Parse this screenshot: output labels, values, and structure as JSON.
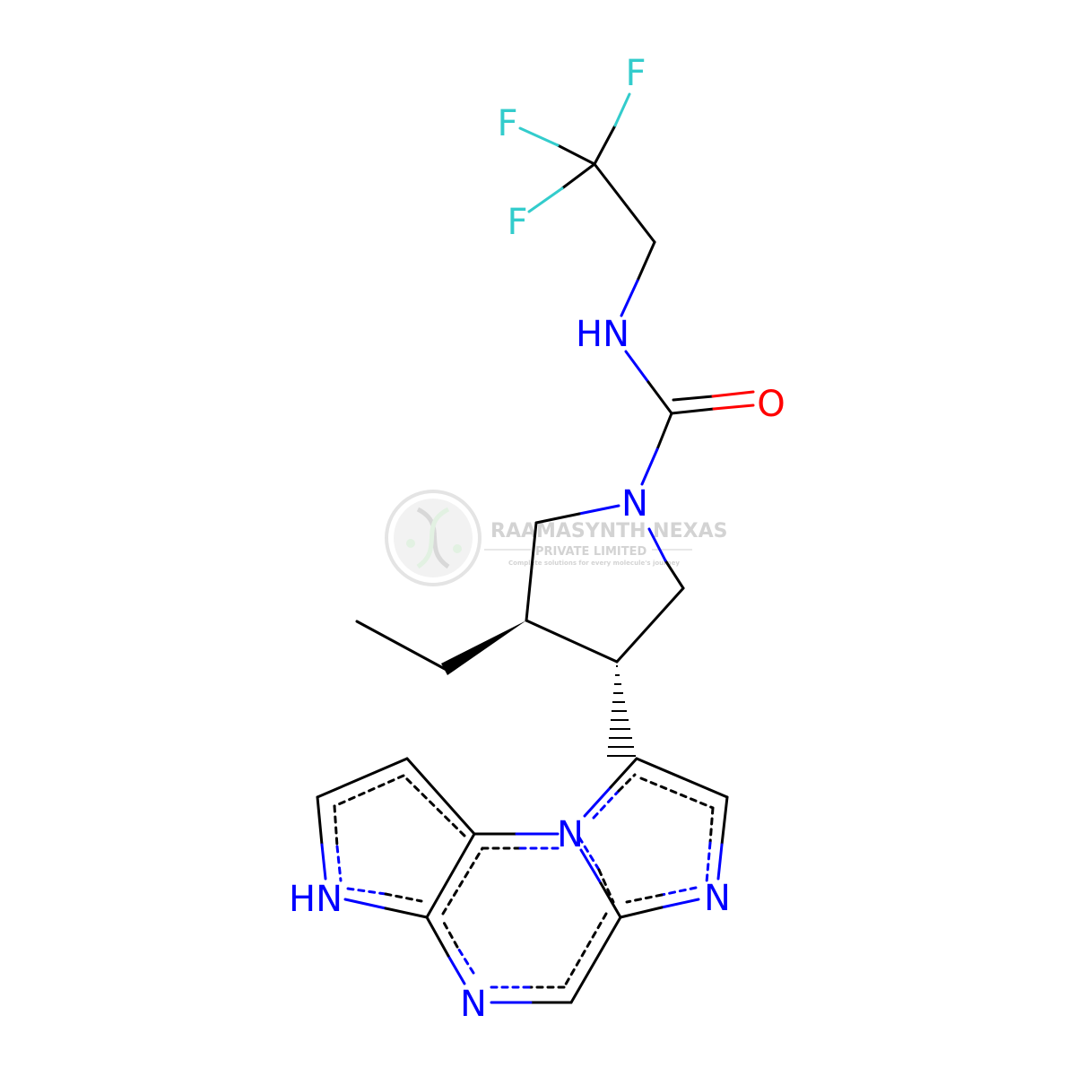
{
  "molecule": {
    "atoms": {
      "f_top": "F",
      "f_left": "F",
      "f_bottom": "F",
      "nh_amide": "HN",
      "o_carbonyl": "O",
      "n_pyrrolidine": "N",
      "n_bridge": "N",
      "n_imidazole": "N",
      "nh_pyrrole": "HN",
      "n_pyrazine": "N"
    },
    "colors": {
      "bond": "#000000",
      "nitrogen": "#0000ff",
      "oxygen": "#ff0000",
      "fluorine": "#33cccc"
    }
  },
  "watermark": {
    "company": "RAAMASYNTH NEXAS",
    "subtitle": "PRIVATE LIMITED",
    "tagline": "Complete solutions for every molecule's journey",
    "logo_icon": "dna-helix-logo",
    "color": "#cfcfcf"
  }
}
